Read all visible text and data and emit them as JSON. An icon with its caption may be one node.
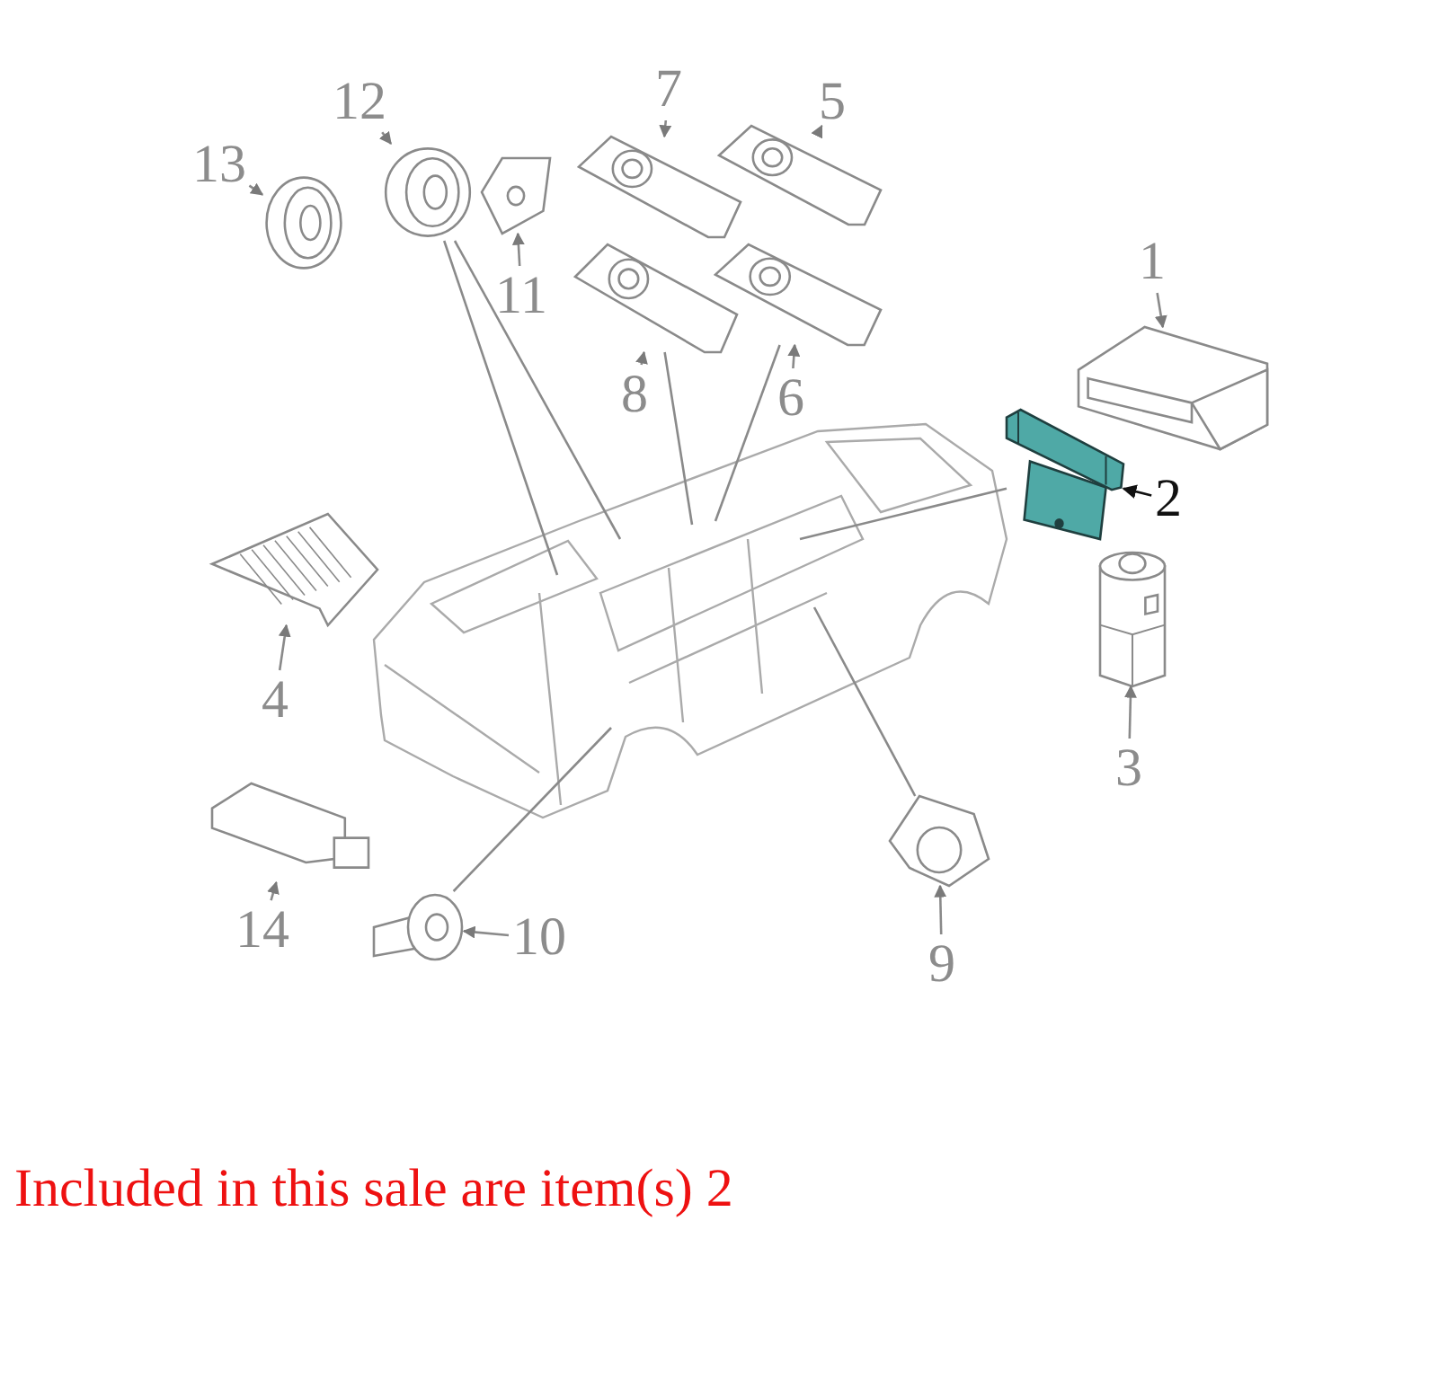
{
  "diagram": {
    "caption": "Included in this sale are item(s) 2",
    "nodes": [
      {
        "text": [
          "1"
        ]
      },
      {
        "text": [
          "2"
        ]
      },
      {
        "text": [
          "3"
        ]
      },
      {
        "text": [
          "4"
        ]
      },
      {
        "text": [
          "5"
        ]
      },
      {
        "text": [
          "6"
        ]
      },
      {
        "text": [
          "7"
        ]
      },
      {
        "text": [
          "8"
        ]
      },
      {
        "text": [
          "9"
        ]
      },
      {
        "text": [
          "10"
        ]
      },
      {
        "text": [
          "11"
        ]
      },
      {
        "text": [
          "12"
        ]
      },
      {
        "text": [
          "13"
        ]
      },
      {
        "text": [
          "14"
        ]
      },
      {
        "text": [],
        "shape": "picture"
      },
      {
        "text": [],
        "shape": "picture"
      },
      {
        "text": [],
        "shape": "picture"
      },
      {
        "text": [],
        "shape": "picture"
      },
      {
        "text": [],
        "shape": "picture"
      },
      {
        "text": [],
        "shape": "picture"
      },
      {
        "text": [],
        "shape": "picture"
      },
      {
        "text": [],
        "shape": "picture"
      },
      {
        "text": [],
        "shape": "picture"
      },
      {
        "text": [],
        "shape": "picture"
      },
      {
        "text": [],
        "shape": "picture"
      },
      {
        "text": [],
        "shape": "picture"
      },
      {
        "text": [],
        "shape": "picture"
      },
      {
        "text": [],
        "shape": "picture"
      }
    ],
    "edges": [
      {
        "from": 0,
        "to": 14,
        "arrow": "to"
      },
      {
        "from": 1,
        "to": 15,
        "arrow": "to",
        "color": "#111111"
      },
      {
        "from": 2,
        "to": 16,
        "arrow": "to"
      },
      {
        "from": 3,
        "to": 17,
        "arrow": "to"
      },
      {
        "from": 4,
        "to": 18,
        "arrow": "to"
      },
      {
        "from": 5,
        "to": 19,
        "arrow": "to"
      },
      {
        "from": 6,
        "to": 20,
        "arrow": "to"
      },
      {
        "from": 7,
        "to": 21,
        "arrow": "to"
      },
      {
        "from": 8,
        "to": 22,
        "arrow": "to"
      },
      {
        "from": 9,
        "to": 23,
        "arrow": "to"
      },
      {
        "from": 10,
        "to": 24,
        "arrow": "to"
      },
      {
        "from": 11,
        "to": 25,
        "arrow": "to"
      },
      {
        "from": 12,
        "to": 26,
        "arrow": "to"
      },
      {
        "from": 13,
        "to": 27,
        "arrow": "to"
      },
      {
        "from": 25,
        "to": null,
        "arrow": "none"
      },
      {
        "from": 25,
        "to": null,
        "arrow": "none"
      },
      {
        "from": 21,
        "to": null,
        "arrow": "none"
      },
      {
        "from": 19,
        "to": null,
        "arrow": "none"
      },
      {
        "from": 15,
        "to": null,
        "arrow": "none"
      },
      {
        "from": 22,
        "to": null,
        "arrow": "none"
      },
      {
        "from": 23,
        "to": null,
        "arrow": "none"
      }
    ]
  }
}
